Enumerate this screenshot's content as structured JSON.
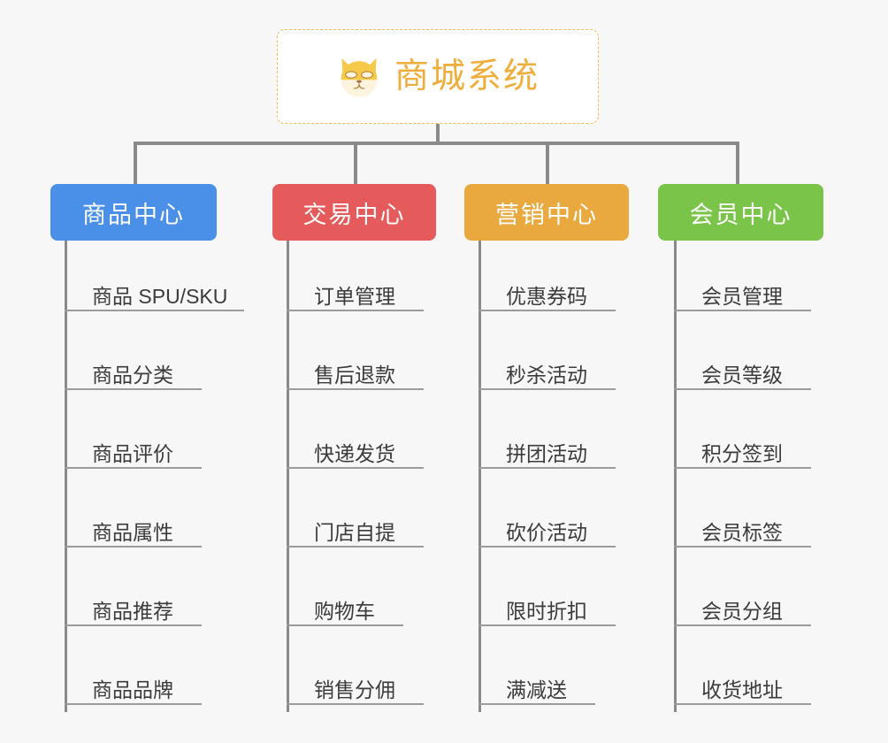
{
  "page": {
    "background_color": "#f7f7f7",
    "connector_color": "#8a8a8a",
    "leaf_rule_color": "#9b9b9b",
    "leaf_text_color": "#3b3b3b"
  },
  "root": {
    "title": "商城系统",
    "icon": "shiba-dog-face-icon",
    "text_color": "#efae3c",
    "border_color": "#f0b954",
    "background_color": "#ffffff"
  },
  "branches": [
    {
      "id": "product-center",
      "label": "商品中心",
      "color": "#4a90e8",
      "items": [
        "商品 SPU/SKU",
        "商品分类",
        "商品评价",
        "商品属性",
        "商品推荐",
        "商品品牌"
      ]
    },
    {
      "id": "trade-center",
      "label": "交易中心",
      "color": "#e55b5b",
      "items": [
        "订单管理",
        "售后退款",
        "快递发货",
        "门店自提",
        "购物车",
        "销售分佣"
      ]
    },
    {
      "id": "marketing-center",
      "label": "营销中心",
      "color": "#eaa93f",
      "items": [
        "优惠券码",
        "秒杀活动",
        "拼团活动",
        "砍价活动",
        "限时折扣",
        "满减送"
      ]
    },
    {
      "id": "member-center",
      "label": "会员中心",
      "color": "#7ac44a",
      "items": [
        "会员管理",
        "会员等级",
        "积分签到",
        "会员标签",
        "会员分组",
        "收货地址"
      ]
    }
  ]
}
